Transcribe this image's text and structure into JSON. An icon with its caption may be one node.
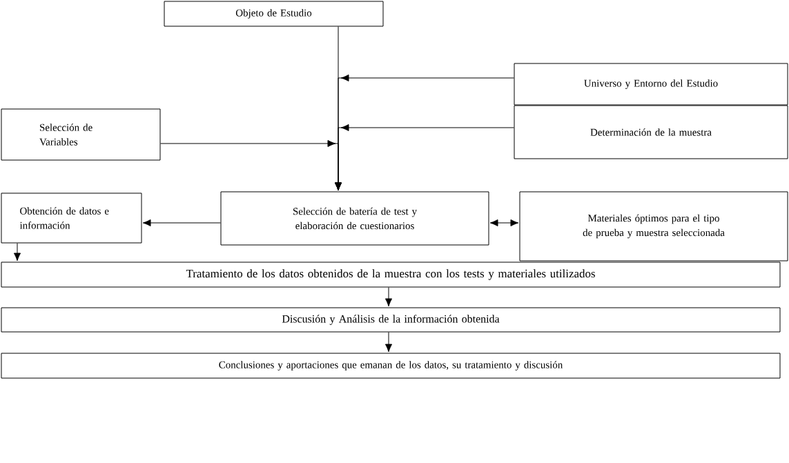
{
  "diagram": {
    "nodes": [
      {
        "text": [
          "Objeto de Estudio"
        ]
      },
      {
        "text": [
          "Universo y Entorno del Estudio"
        ]
      },
      {
        "text": [
          "Determinación de la muestra"
        ]
      },
      {
        "text": [
          "Selección de Variables"
        ]
      },
      {
        "text": [
          "Obtención de datos e información"
        ]
      },
      {
        "text": [
          "Selección de batería de test y elaboración de cuestionarios"
        ]
      },
      {
        "text": [
          "Materiales óptimos para el tipo de prueba y muestra seleccionada"
        ]
      },
      {
        "text": [
          "Tratamiento de los datos obtenidos de la muestra con los tests y materiales utilizados"
        ]
      },
      {
        "text": [
          "Discusión y Análisis de la información obtenida"
        ]
      },
      {
        "text": [
          "Conclusiones y aportaciones que emanan de los datos, su tratamiento y discusión"
        ]
      }
    ],
    "edges": [
      {
        "from": 0,
        "to": 5,
        "arrow": "to"
      },
      {
        "from": 1,
        "to": 5,
        "arrow": "to"
      },
      {
        "from": 2,
        "to": 5,
        "arrow": "to"
      },
      {
        "from": 3,
        "to": 5,
        "arrow": "to"
      },
      {
        "from": 5,
        "to": 4,
        "arrow": "to"
      },
      {
        "from": 5,
        "to": 6,
        "arrow": "both"
      },
      {
        "from": 4,
        "to": 7,
        "arrow": "to"
      },
      {
        "from": 7,
        "to": 8,
        "arrow": "to"
      },
      {
        "from": 8,
        "to": 9,
        "arrow": "to"
      }
    ]
  }
}
